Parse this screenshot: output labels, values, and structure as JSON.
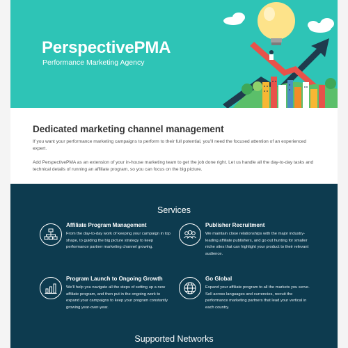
{
  "hero": {
    "title": "PerspectivePMA",
    "subtitle": "Performance Marketing Agency"
  },
  "intro": {
    "heading": "Dedicated marketing channel management",
    "paragraph1": "If you want your performance marketing campaigns to perform to their full potential, you'll need the focused attention of an experienced expert.",
    "paragraph2": "Add PerspectivePMA as an extension of your in-house marketing team to get the job done right. Let us handle all the day-to-day tasks and technical details of running an affiliate program, so you can focus on the big picture."
  },
  "services": {
    "title": "Services",
    "items": [
      {
        "icon": "affiliate-network-icon",
        "title": "Affiliate Program Management",
        "text": "From the day-to-day work of keeping your campaign in top shape, to guiding the big picture strategy to keep performance partner marketing channel growing."
      },
      {
        "icon": "people-icon",
        "title": "Publisher Recruitment",
        "text": "We maintain close relationships with the major industry-leading affiliate publishers, and go out hunting for smaller niche sites that can highlight your product to their relevant audience."
      },
      {
        "icon": "bar-chart-icon",
        "title": "Program Launch to Ongoing Growth",
        "text": "We'll help you navigate all the steps of setting up a new affiliate program, and then put in the ongoing work to expand your campaigns to keep your program constantly growing year-over-year."
      },
      {
        "icon": "globe-icon",
        "title": "Go Global",
        "text": "Expand your affiliate program to all the markets you serve. Sell across languages and currencies, recruit the performance marketing partners that lead your vertical in each country."
      }
    ]
  },
  "networks": {
    "title": "Supported Networks"
  },
  "colors": {
    "hero_bg": "#2ec4b6",
    "services_bg": "#0d3b4f",
    "bulb": "#fde38a",
    "arrow_red": "#e8524a",
    "arrow_dark": "#1f3b4d"
  }
}
